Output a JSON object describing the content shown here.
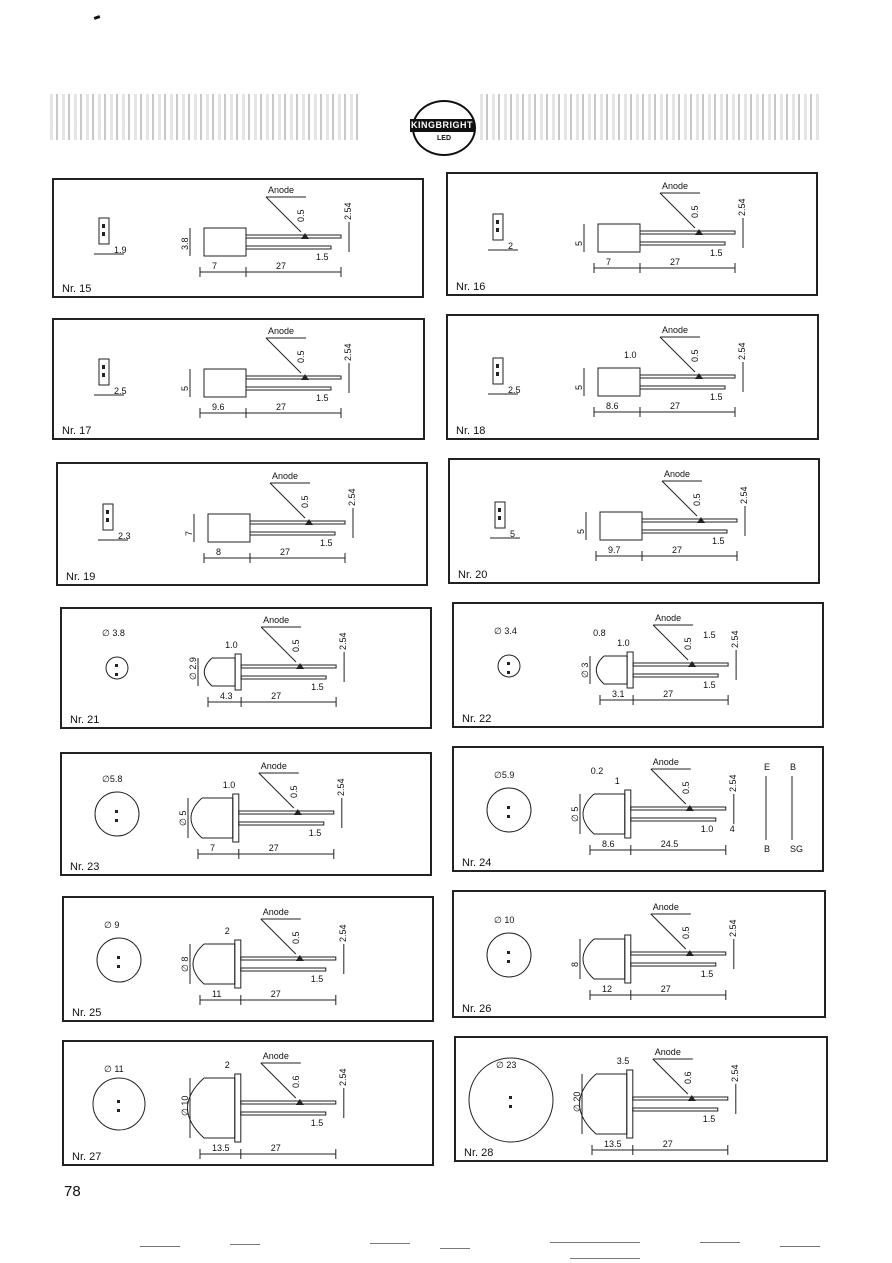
{
  "header": {
    "logo_text": "KINGBRIGHT",
    "logo_sub": "LED"
  },
  "page_number": "78",
  "panels": [
    {
      "id": "15",
      "label": "Nr. 15",
      "anode": "Anode",
      "pitch": "2.54",
      "lead": "0.5",
      "height": "3.8",
      "side": "1.9",
      "body": "7",
      "lead_len": "27",
      "gap": "1.5"
    },
    {
      "id": "16",
      "label": "Nr. 16",
      "anode": "Anode",
      "pitch": "2.54",
      "lead": "0.5",
      "height": "5",
      "side": "2",
      "body": "7",
      "lead_len": "27",
      "gap": "1.5"
    },
    {
      "id": "17",
      "label": "Nr. 17",
      "anode": "Anode",
      "pitch": "2.54",
      "lead": "0.5",
      "height": "5",
      "side": "2.5",
      "body": "9.6",
      "lead_len": "27",
      "gap": "1.5"
    },
    {
      "id": "18",
      "label": "Nr. 18",
      "anode": "Anode",
      "pitch": "2.54",
      "lead": "0.5",
      "height": "5",
      "side": "2.5",
      "body": "8.6",
      "lead_len": "27",
      "gap": "1.5",
      "extra": "1.0"
    },
    {
      "id": "19",
      "label": "Nr. 19",
      "anode": "Anode",
      "pitch": "2.54",
      "lead": "0.5",
      "height": "7",
      "side": "2.3",
      "body": "8",
      "lead_len": "27",
      "gap": "1.5"
    },
    {
      "id": "20",
      "label": "Nr. 20",
      "anode": "Anode",
      "pitch": "2.54",
      "lead": "0.5",
      "height": "5",
      "side": "5",
      "body": "9.7",
      "lead_len": "27",
      "gap": "1.5"
    },
    {
      "id": "21",
      "label": "Nr. 21",
      "anode": "Anode",
      "pitch": "2.54",
      "lead": "0.5",
      "height": "∅ 2.9",
      "side": "∅ 3.8",
      "body": "4.3",
      "lead_len": "27",
      "gap": "1.5",
      "extra": "1.0"
    },
    {
      "id": "22",
      "label": "Nr. 22",
      "anode": "Anode",
      "pitch": "2.54",
      "lead": "0.5",
      "height": "∅ 3",
      "side": "∅ 3.4",
      "body": "3.1",
      "lead_len": "27",
      "gap": "1.5",
      "extra": "1.0",
      "extra2": "0.8",
      "top": "1.5"
    },
    {
      "id": "23",
      "label": "Nr. 23",
      "anode": "Anode",
      "pitch": "2.54",
      "lead": "0.5",
      "height": "∅ 5",
      "side": "∅5.8",
      "body": "7",
      "lead_len": "27",
      "gap": "1.5",
      "extra": "1.0"
    },
    {
      "id": "24",
      "label": "Nr. 24",
      "anode": "Anode",
      "pitch": "2.54",
      "lead": "0.5",
      "height": "∅ 5",
      "side": "∅5.9",
      "body": "8.6",
      "lead_len": "24.5",
      "gap": "1.0",
      "extra": "1",
      "extra2": "0.2",
      "extra3": "4",
      "sym": [
        "E",
        "B",
        "B",
        "SG"
      ]
    },
    {
      "id": "25",
      "label": "Nr. 25",
      "anode": "Anode",
      "pitch": "2.54",
      "lead": "0.5",
      "height": "∅ 8",
      "side": "∅ 9",
      "body": "11",
      "lead_len": "27",
      "gap": "1.5",
      "extra": "2"
    },
    {
      "id": "26",
      "label": "Nr. 26",
      "anode": "Anode",
      "pitch": "2.54",
      "lead": "0.5",
      "height": "8",
      "side": "∅ 10",
      "body": "12",
      "lead_len": "27",
      "gap": "1.5"
    },
    {
      "id": "27",
      "label": "Nr. 27",
      "anode": "Anode",
      "pitch": "2.54",
      "lead": "0.6",
      "height": "∅ 10",
      "side": "∅ 11",
      "body": "13.5",
      "lead_len": "27",
      "gap": "1.5",
      "extra": "2"
    },
    {
      "id": "28",
      "label": "Nr. 28",
      "anode": "Anode",
      "pitch": "2.54",
      "lead": "0.6",
      "height": "∅ 20",
      "side": "∅ 23",
      "body": "13.5",
      "lead_len": "27",
      "gap": "1.5",
      "extra": "3.5"
    }
  ]
}
